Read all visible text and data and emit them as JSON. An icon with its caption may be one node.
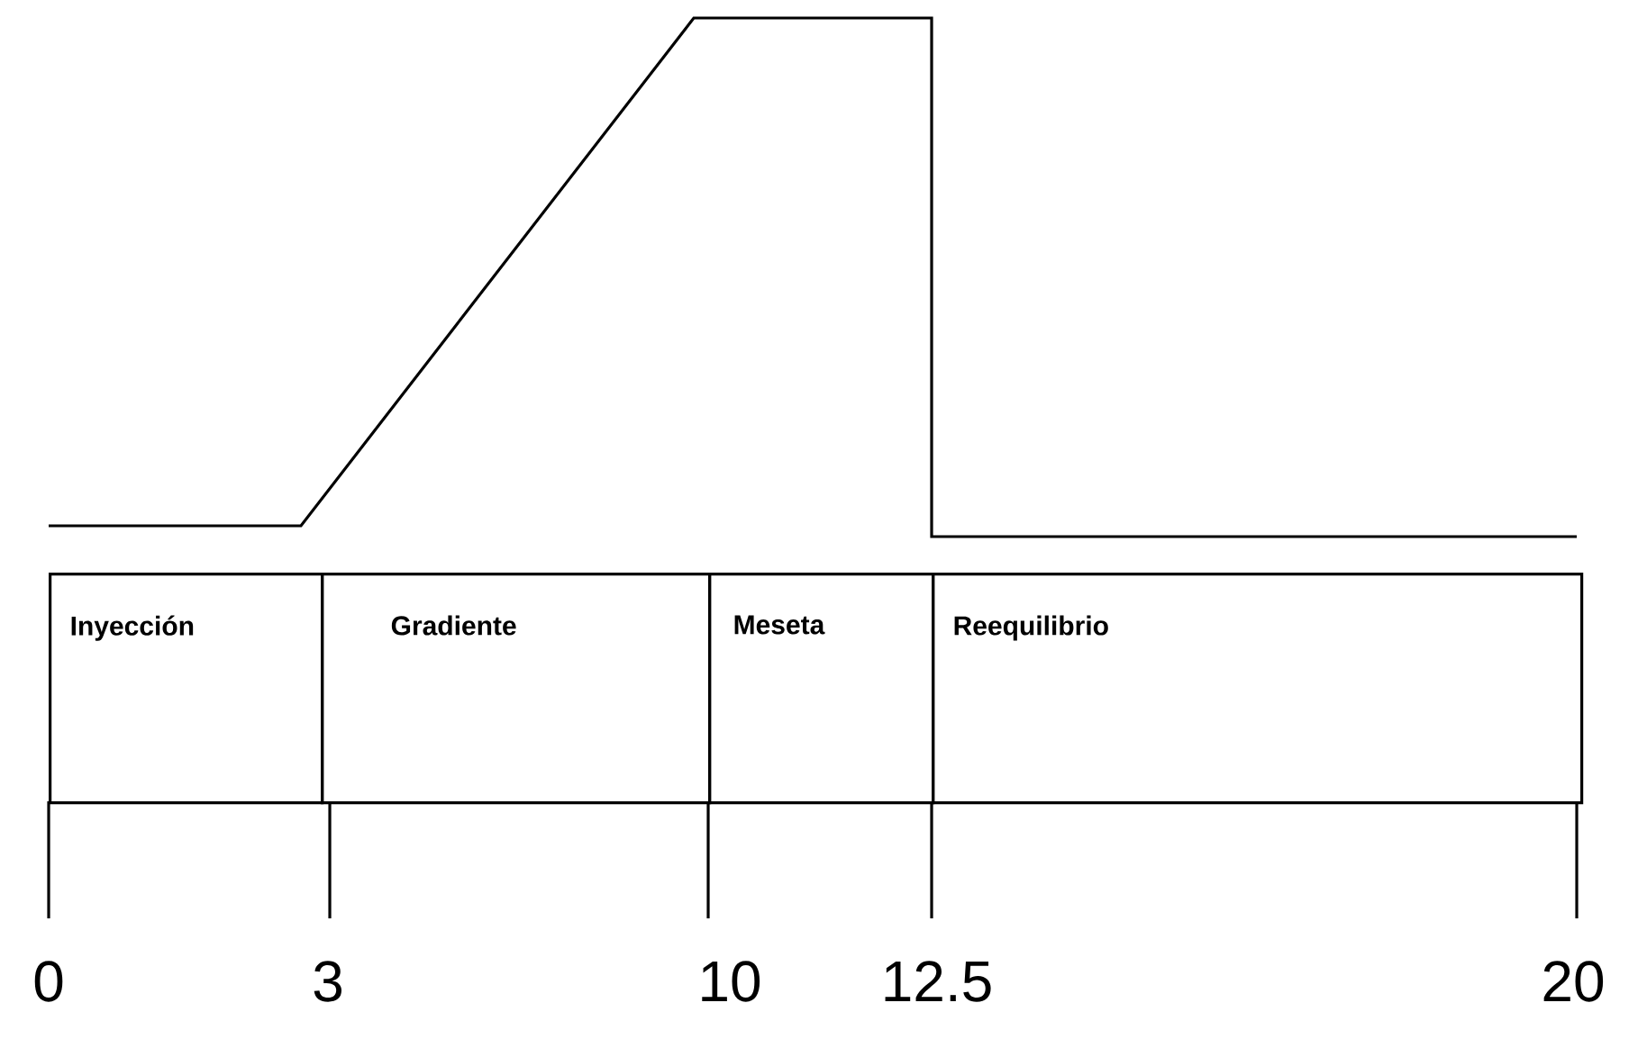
{
  "diagram": {
    "nodes": [
      {
        "text": [
          "Inyección"
        ]
      },
      {
        "text": [
          "Gradiente"
        ]
      },
      {
        "text": [
          "Meseta"
        ]
      },
      {
        "text": [
          "Reequilibrio"
        ]
      }
    ],
    "labels": [
      "0",
      "3",
      "10",
      "12.5",
      "20"
    ]
  }
}
